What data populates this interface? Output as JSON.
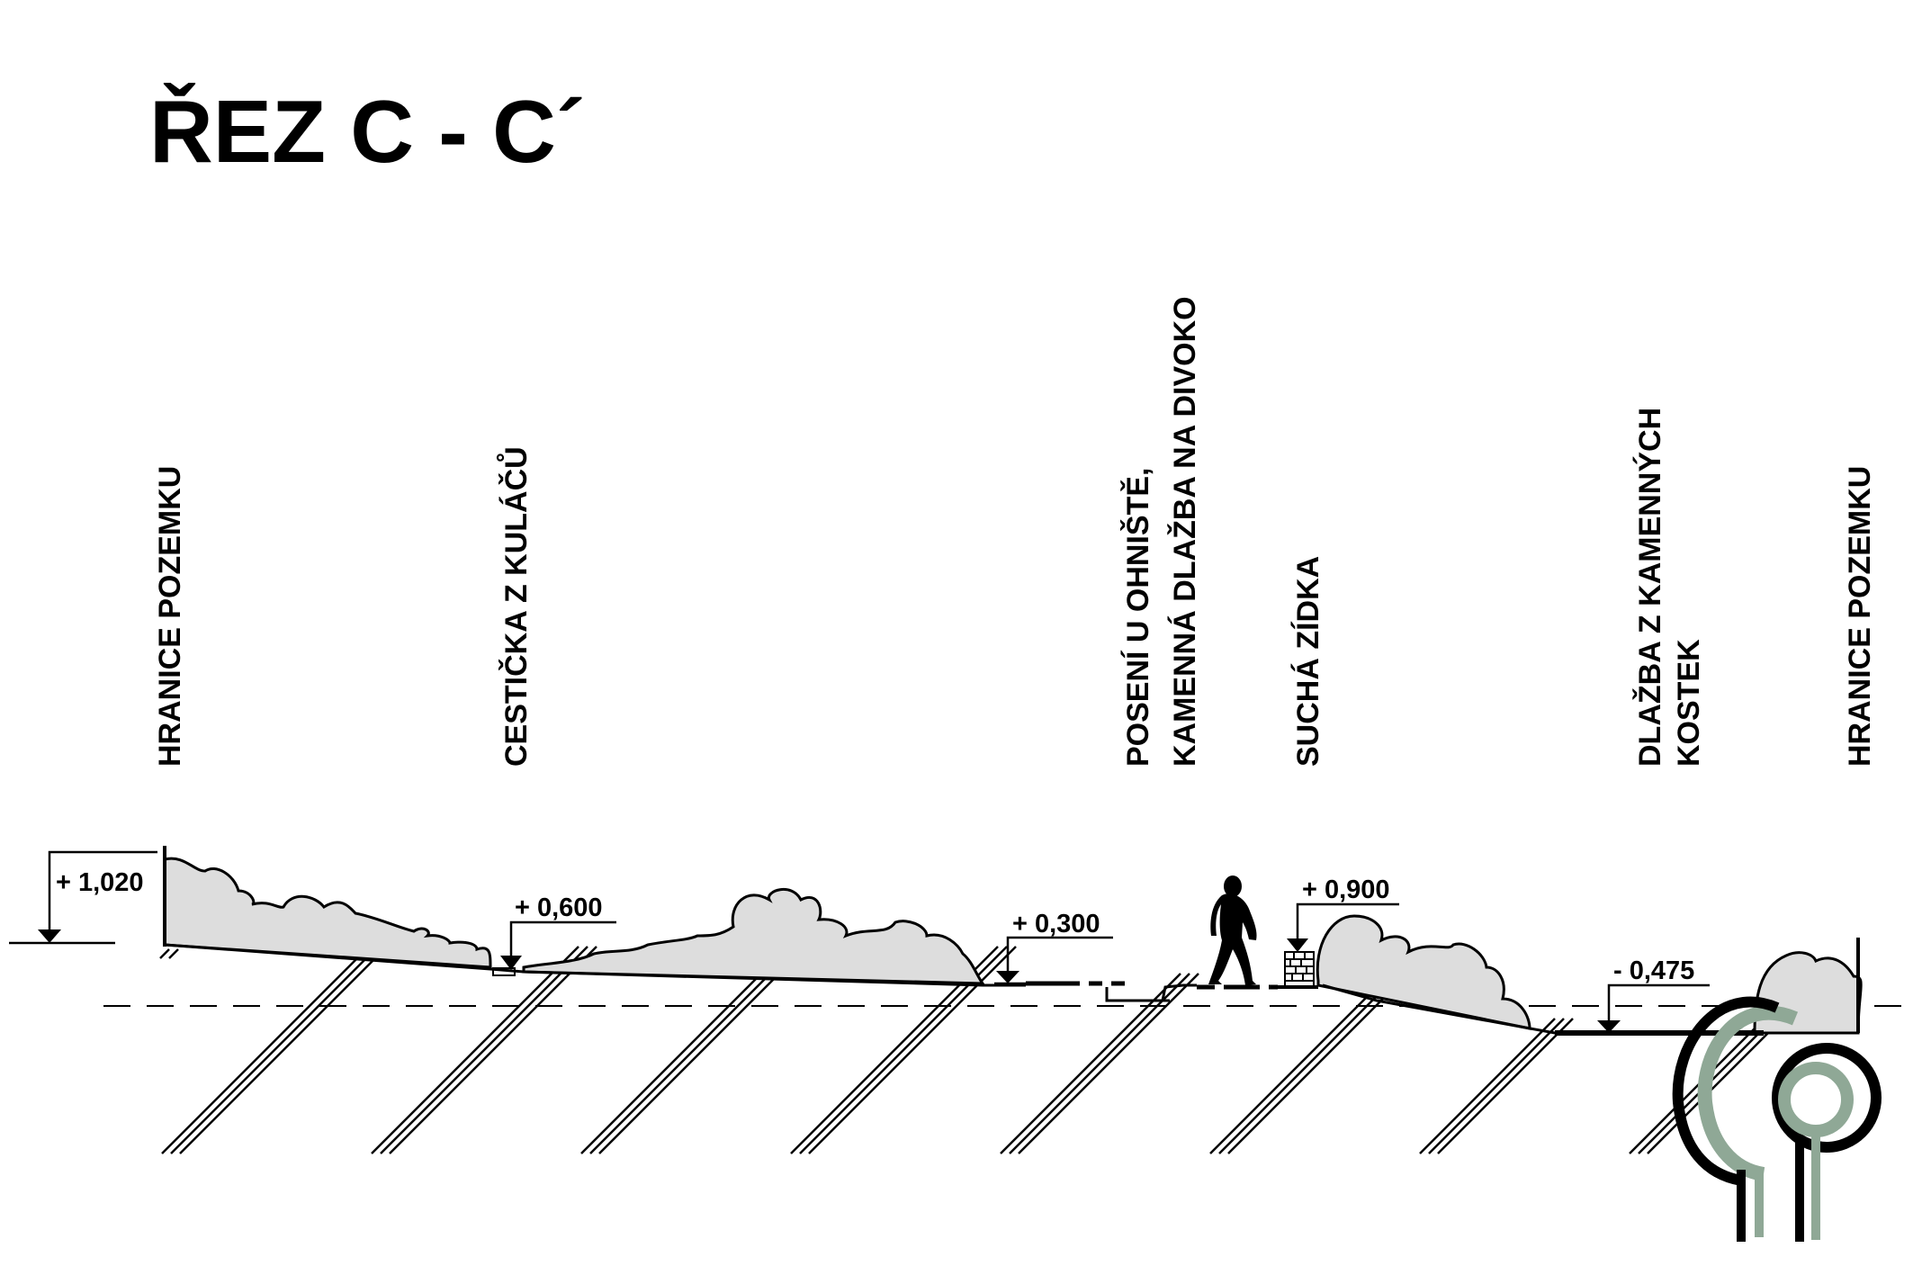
{
  "title": "ŘEZ C - C´",
  "labels": {
    "hranice_left": "HRANICE POZEMKU",
    "cesticka": "CESTIČKA Z KULÁČŮ",
    "poseni_1": "POSENÍ U OHNIŠTĚ,",
    "poseni_2": "KAMENNÁ DLAŽBA NA DIVOKO",
    "sucha_zidka": "SUCHÁ ZÍDKA",
    "dlazba_1": "DLAŽBA Z KAMENNÝCH",
    "dlazba_2": "KOSTEK",
    "hranice_right": "HRANICE POZEMKU"
  },
  "levels": {
    "l1": "+ 1,020",
    "l2": "+ 0,600",
    "l3": "+ 0,300",
    "l4": "+ 0,900",
    "l5": "- 0,475"
  },
  "colors": {
    "ink": "#000000",
    "vegetation_fill": "#dddddd",
    "logo_green": "#8fa896"
  },
  "icons": {
    "person": "walking-person-icon",
    "wall": "dry-stone-wall-icon",
    "logo": "studio-logo"
  }
}
